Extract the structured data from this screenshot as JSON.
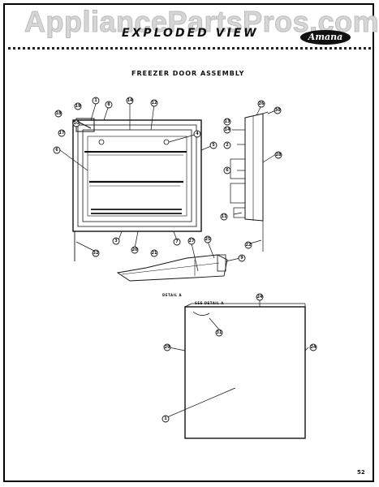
{
  "watermark": "AppliancePartsPros.com",
  "header": {
    "title": "EXPLODED VIEW",
    "logo": "Amana"
  },
  "subtitle": "FREEZER DOOR ASSEMBLY",
  "detail_labels": {
    "detail_a": "DETAIL A",
    "see_detail_a": "SEE DETAIL A"
  },
  "page_number": "52",
  "callouts": {
    "c1": "1",
    "c2": "2",
    "c3": "3",
    "c4": "4",
    "c5": "5",
    "c6": "6",
    "c7": "7",
    "c8": "8",
    "c9": "9",
    "c10": "10",
    "c11": "11",
    "c12": "12",
    "c13": "13",
    "c14": "14",
    "c17": "17",
    "c18": "18",
    "c19": "19",
    "c20": "20",
    "c21": "21",
    "c22": "22",
    "c23": "23",
    "c24": "24",
    "c25": "25",
    "c26": "26",
    "c27": "27",
    "c28": "28",
    "c29": "29",
    "c30": "30",
    "c31": "31",
    "c32": "32"
  }
}
